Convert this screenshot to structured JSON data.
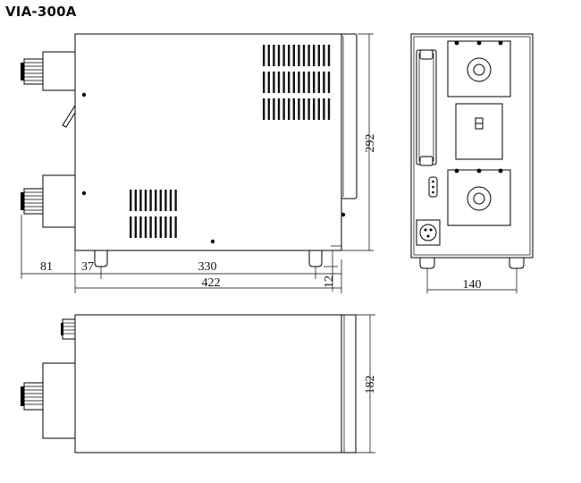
{
  "title": "VIA-300A",
  "dimensions": {
    "height": "292",
    "left_offset": "81",
    "front_offset": "37",
    "foot_span": "330",
    "total_length": "422",
    "foot_height": "12",
    "width": "140",
    "depth": "182"
  }
}
